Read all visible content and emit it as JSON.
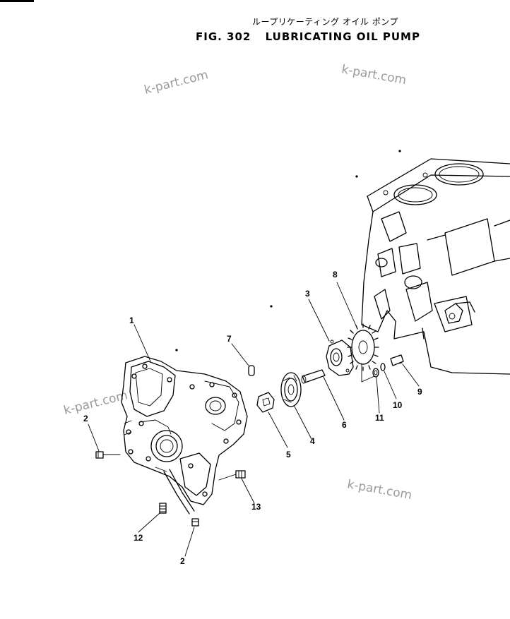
{
  "title": {
    "japanese": "ループリケーティング オイル ポンプ",
    "figure": "FIG. 302",
    "name": "LUBRICATING OIL PUMP"
  },
  "watermarks": [
    "k-part.com",
    "k-part.com",
    "k-part.com",
    "k-part.com"
  ],
  "callouts": [
    "1",
    "2",
    "2",
    "3",
    "4",
    "5",
    "6",
    "7",
    "8",
    "9",
    "10",
    "11",
    "12",
    "13"
  ]
}
